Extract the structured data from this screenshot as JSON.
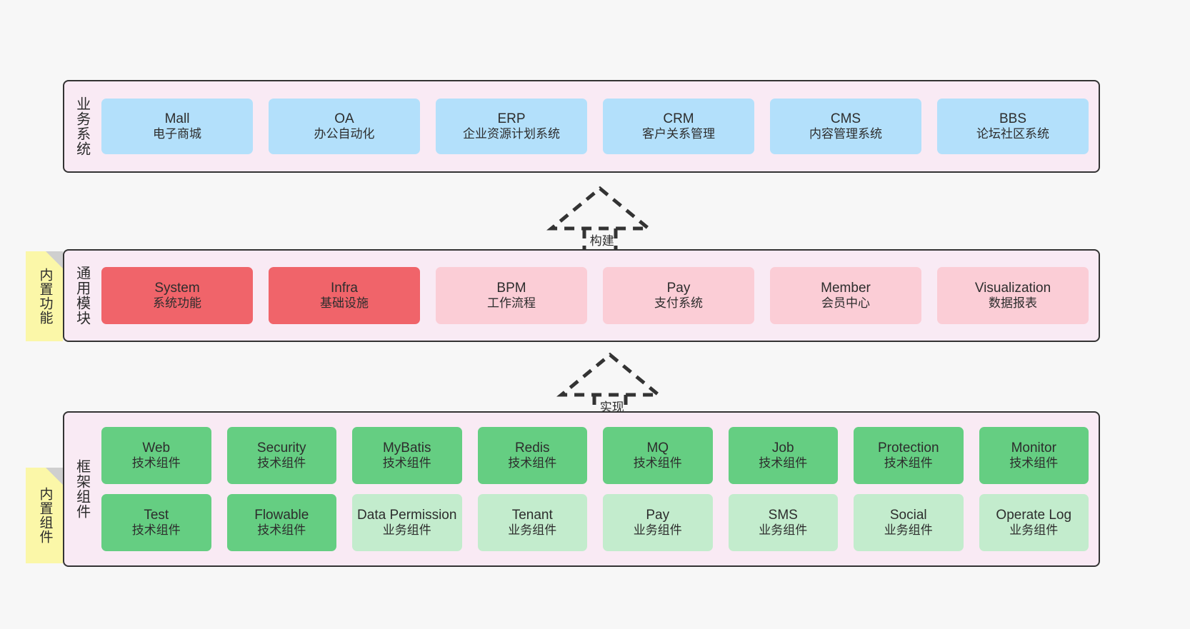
{
  "layers": [
    {
      "id": "business",
      "title": "业务系统",
      "rows": [
        [
          {
            "name": "mall",
            "title": "Mall",
            "subtitle": "电子商城",
            "style": "blue"
          },
          {
            "name": "oa",
            "title": "OA",
            "subtitle": "办公自动化",
            "style": "blue"
          },
          {
            "name": "erp",
            "title": "ERP",
            "subtitle": "企业资源计划系统",
            "style": "blue"
          },
          {
            "name": "crm",
            "title": "CRM",
            "subtitle": "客户关系管理",
            "style": "blue"
          },
          {
            "name": "cms",
            "title": "CMS",
            "subtitle": "内容管理系统",
            "style": "blue"
          },
          {
            "name": "bbs",
            "title": "BBS",
            "subtitle": "论坛社区系统",
            "style": "blue"
          }
        ]
      ]
    },
    {
      "id": "common",
      "title": "通用模块",
      "rows": [
        [
          {
            "name": "system",
            "title": "System",
            "subtitle": "系统功能",
            "style": "red-strong"
          },
          {
            "name": "infra",
            "title": "Infra",
            "subtitle": "基础设施",
            "style": "red-strong"
          },
          {
            "name": "bpm",
            "title": "BPM",
            "subtitle": "工作流程",
            "style": "red-soft"
          },
          {
            "name": "pay",
            "title": "Pay",
            "subtitle": "支付系统",
            "style": "red-soft"
          },
          {
            "name": "member",
            "title": "Member",
            "subtitle": "会员中心",
            "style": "red-soft"
          },
          {
            "name": "visualization",
            "title": "Visualization",
            "subtitle": "数据报表",
            "style": "red-soft"
          }
        ]
      ]
    },
    {
      "id": "framework",
      "title": "框架组件",
      "rows": [
        [
          {
            "name": "web",
            "title": "Web",
            "subtitle": "技术组件",
            "style": "green-strong"
          },
          {
            "name": "security",
            "title": "Security",
            "subtitle": "技术组件",
            "style": "green-strong"
          },
          {
            "name": "mybatis",
            "title": "MyBatis",
            "subtitle": "技术组件",
            "style": "green-strong"
          },
          {
            "name": "redis",
            "title": "Redis",
            "subtitle": "技术组件",
            "style": "green-strong"
          },
          {
            "name": "mq",
            "title": "MQ",
            "subtitle": "技术组件",
            "style": "green-strong"
          },
          {
            "name": "job",
            "title": "Job",
            "subtitle": "技术组件",
            "style": "green-strong"
          },
          {
            "name": "protection",
            "title": "Protection",
            "subtitle": "技术组件",
            "style": "green-strong"
          },
          {
            "name": "monitor",
            "title": "Monitor",
            "subtitle": "技术组件",
            "style": "green-strong"
          }
        ],
        [
          {
            "name": "test",
            "title": "Test",
            "subtitle": "技术组件",
            "style": "green-strong"
          },
          {
            "name": "flowable",
            "title": "Flowable",
            "subtitle": "技术组件",
            "style": "green-strong"
          },
          {
            "name": "data-permission",
            "title": "Data Permission",
            "subtitle": "业务组件",
            "style": "green-soft"
          },
          {
            "name": "tenant",
            "title": "Tenant",
            "subtitle": "业务组件",
            "style": "green-soft"
          },
          {
            "name": "pay-component",
            "title": "Pay",
            "subtitle": "业务组件",
            "style": "green-soft"
          },
          {
            "name": "sms",
            "title": "SMS",
            "subtitle": "业务组件",
            "style": "green-soft"
          },
          {
            "name": "social",
            "title": "Social",
            "subtitle": "业务组件",
            "style": "green-soft"
          },
          {
            "name": "operate-log",
            "title": "Operate Log",
            "subtitle": "业务组件",
            "style": "green-soft"
          }
        ]
      ]
    }
  ],
  "notes": [
    {
      "name": "note-functions",
      "text": "内置功能"
    },
    {
      "name": "note-components",
      "text": "内置组件"
    }
  ],
  "arrows": [
    {
      "name": "arrow-build",
      "label": "构建"
    },
    {
      "name": "arrow-impl",
      "label": "实现"
    }
  ],
  "colors": {
    "background": "#f7f7f7",
    "panel_fill": "#f9eaf4",
    "panel_stroke": "#333333",
    "business_card": "#b3e0fb",
    "module_strong": "#f0646a",
    "module_soft": "#fbcdd6",
    "component_strong": "#65ce82",
    "component_soft": "#c3eccd",
    "note_fill": "#fbf7a8",
    "note_fold": "#cfcfcf"
  }
}
